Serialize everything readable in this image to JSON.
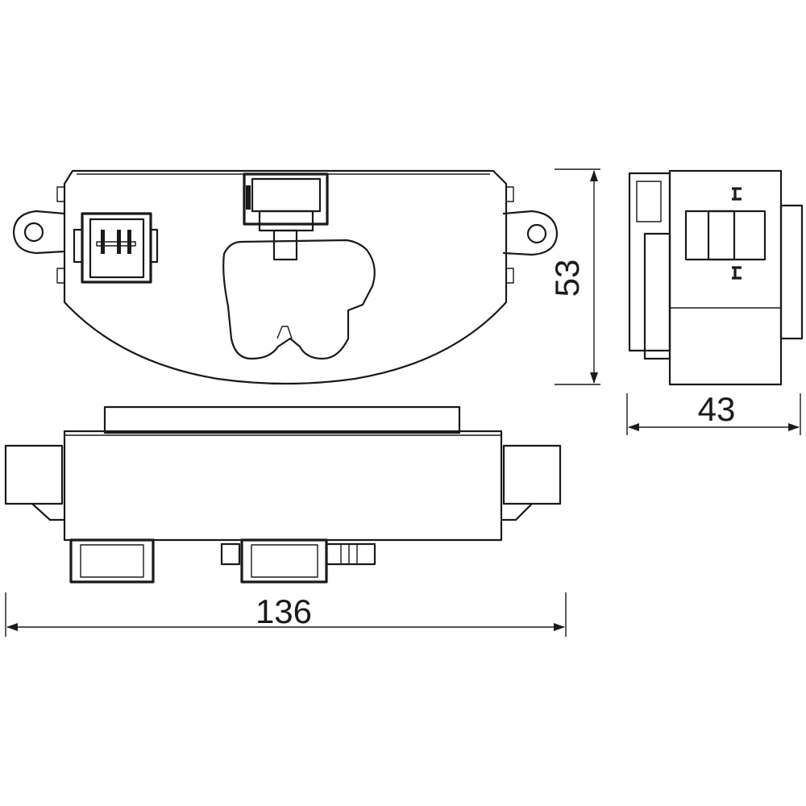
{
  "dimensions": {
    "height_label": "53",
    "depth_label": "43",
    "width_label": "136"
  },
  "colors": {
    "line": "#1a1a1a",
    "background": "#ffffff"
  }
}
